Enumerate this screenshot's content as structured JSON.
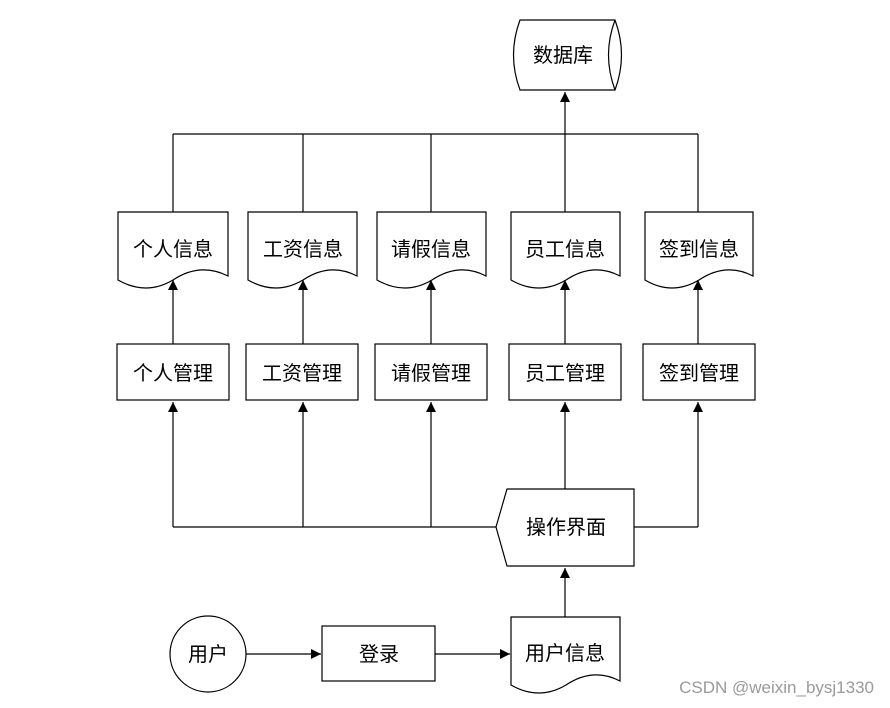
{
  "nodes": {
    "database": "数据库",
    "info": [
      "个人信息",
      "工资信息",
      "请假信息",
      "员工信息",
      "签到信息"
    ],
    "manage": [
      "个人管理",
      "工资管理",
      "请假管理",
      "员工管理",
      "签到管理"
    ],
    "interface": "操作界面",
    "user": "用户",
    "login": "登录",
    "user_info": "用户信息"
  },
  "watermark": "CSDN @weixin_bysj1330"
}
